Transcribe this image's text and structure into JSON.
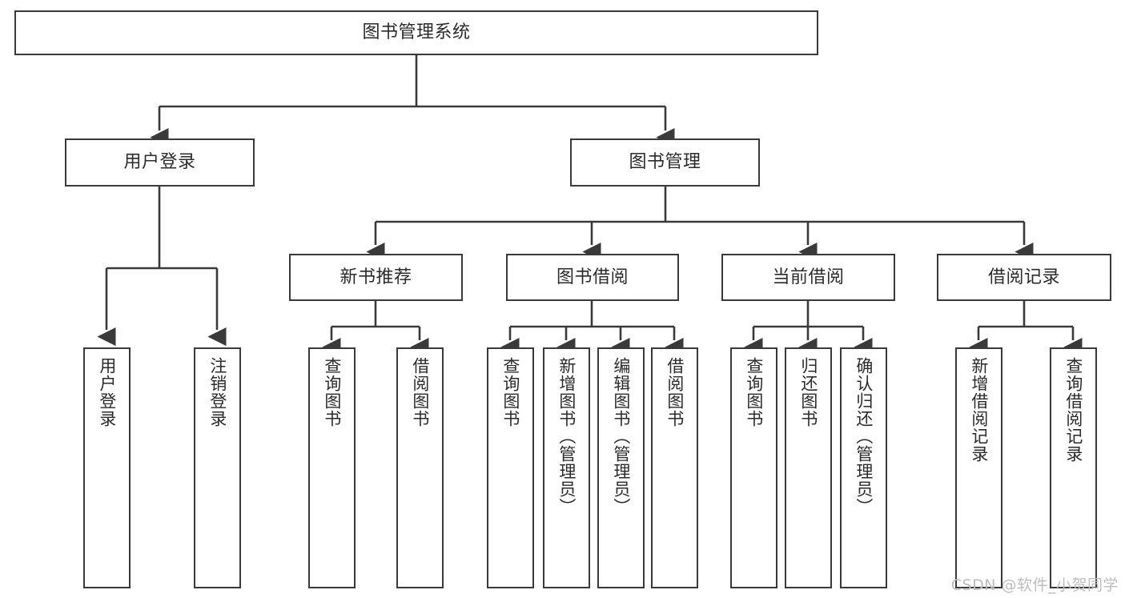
{
  "diagram": {
    "title": "图书管理系统",
    "type": "tree",
    "colors": {
      "box_border": "#3a3a3a",
      "box_fill": "#ffffff",
      "connector": "#3a3a3a",
      "text": "#2b2b2b",
      "background": "#ffffff",
      "watermark": "#bdbdbd"
    },
    "nodes": {
      "root": {
        "label": "图书管理系统"
      },
      "level2": [
        {
          "label": "用户登录"
        },
        {
          "label": "图书管理"
        }
      ],
      "level3": [
        {
          "label": "新书推荐"
        },
        {
          "label": "图书借阅"
        },
        {
          "label": "当前借阅"
        },
        {
          "label": "借阅记录"
        }
      ],
      "leaves": {
        "user_login": [
          {
            "label": "用户登录"
          },
          {
            "label": "注销登录"
          }
        ],
        "new_book_recommend": [
          {
            "label": "查询图书"
          },
          {
            "label": "借阅图书"
          }
        ],
        "book_borrow": [
          {
            "label": "查询图书"
          },
          {
            "label": "新增图书（管理员）"
          },
          {
            "label": "编辑图书（管理员）"
          },
          {
            "label": "借阅图书"
          }
        ],
        "current_borrow": [
          {
            "label": "查询图书"
          },
          {
            "label": "归还图书"
          },
          {
            "label": "确认归还（管理员）"
          }
        ],
        "borrow_record": [
          {
            "label": "新增借阅记录"
          },
          {
            "label": "查询借阅记录"
          }
        ]
      }
    }
  },
  "watermark": {
    "text": "CSDN @软件_小贺同学"
  }
}
